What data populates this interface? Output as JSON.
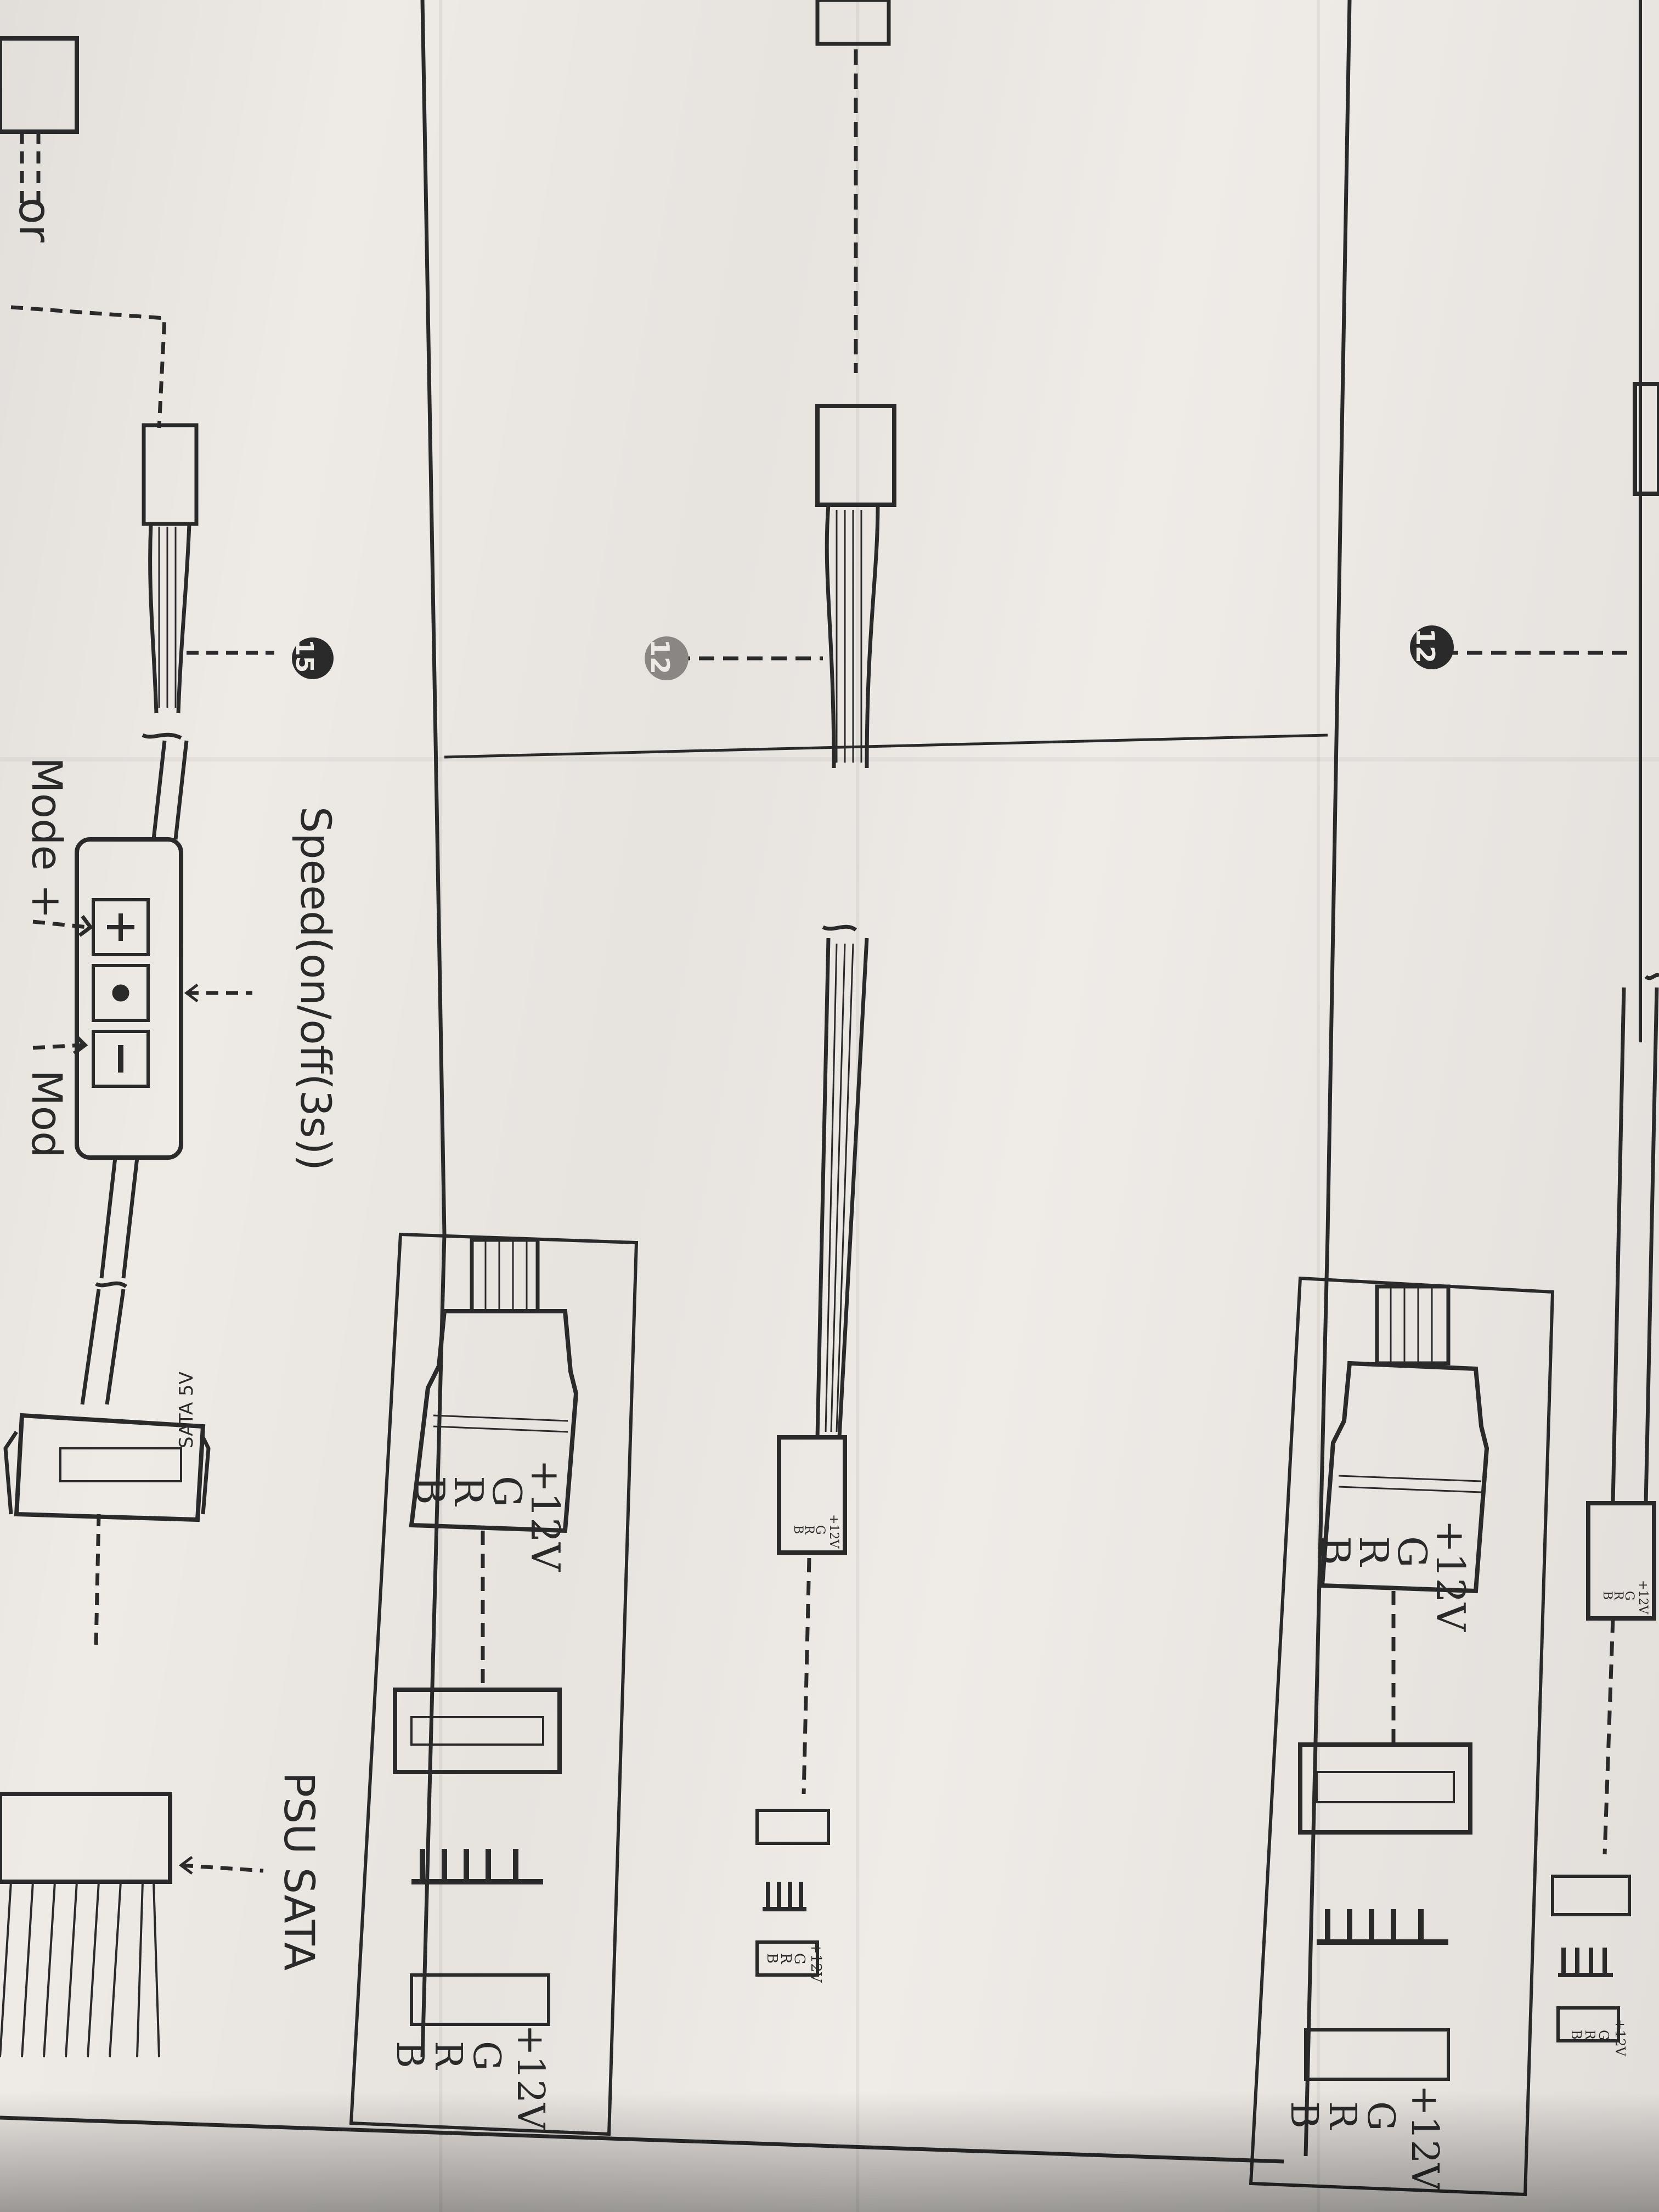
{
  "scene": {
    "description_type": "photo of a printed wiring manual page, rotated 90 degrees"
  },
  "labels": {
    "or": "or",
    "step15": "15",
    "step12a": "12",
    "step12b": "12",
    "speed": "Speed(on/off(3s))",
    "mode_plus": "Mode +",
    "mode_minus": "Mod",
    "sata_5v": "SATA 5V",
    "psu_sata": "PSU SATA",
    "pin_12v": "+12V",
    "pin_g": "G",
    "pin_r": "R",
    "pin_b": "B",
    "btn_plus": "+",
    "btn_dot": "•",
    "btn_minus": "−"
  },
  "colors": {
    "ink": "#2a2a2a",
    "paper": "#eeeae6"
  }
}
